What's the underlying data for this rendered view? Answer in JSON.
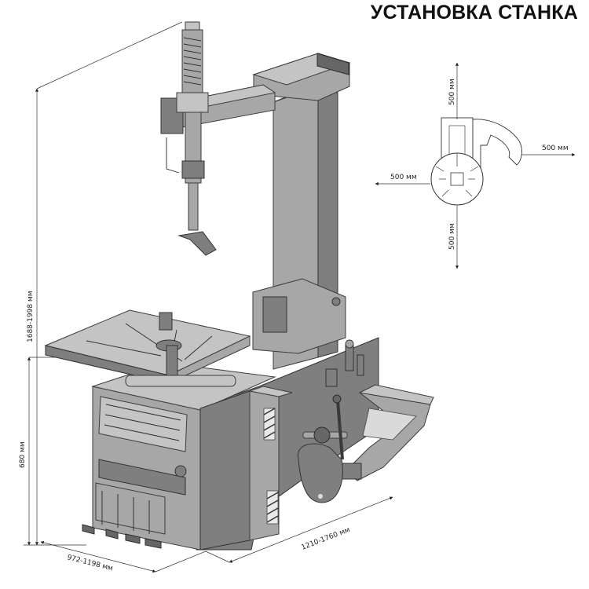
{
  "title": "УСТАНОВКА СТАНКА",
  "dimensions": {
    "total_height": "1688-1998 мм",
    "table_height": "680 мм",
    "depth": "972-1198 мм",
    "width": "1210-1760 мм"
  },
  "clearance": {
    "top": "500 мм",
    "right": "500 мм",
    "left": "500 мм",
    "bottom": "500 мм"
  }
}
